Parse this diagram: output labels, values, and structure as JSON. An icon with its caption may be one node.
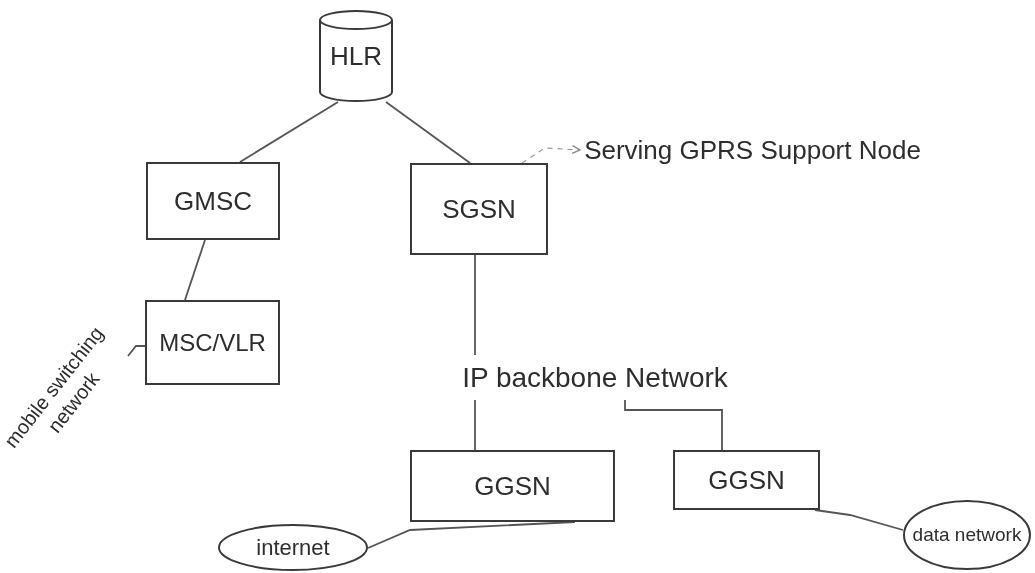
{
  "diagram": {
    "nodes": [
      {
        "text": [
          "HLR"
        ]
      },
      {
        "text": [
          "GMSC"
        ]
      },
      {
        "text": [
          "SGSN"
        ]
      },
      {
        "text": [
          "Serving GPRS Support Node"
        ]
      },
      {
        "text": [
          "MSC/VLR"
        ]
      },
      {
        "text": [
          "mobile switching network"
        ]
      },
      {
        "text": [
          "IP backbone Network"
        ]
      },
      {
        "text": [
          "GGSN"
        ]
      },
      {
        "text": [
          "GGSN"
        ]
      },
      {
        "text": [
          "internet"
        ]
      },
      {
        "text": [
          "data network"
        ]
      }
    ],
    "edges": [
      {
        "from": 0,
        "to": 1,
        "arrow": "none"
      },
      {
        "from": 0,
        "to": 2,
        "arrow": "none"
      },
      {
        "from": 2,
        "to": 3,
        "arrow": "to",
        "style": "dashed"
      },
      {
        "from": 1,
        "to": 4,
        "arrow": "none"
      },
      {
        "from": 5,
        "to": 4,
        "arrow": "none"
      },
      {
        "from": 2,
        "to": 6,
        "arrow": "none"
      },
      {
        "from": 6,
        "to": 7,
        "arrow": "none"
      },
      {
        "from": 6,
        "to": 8,
        "arrow": "none"
      },
      {
        "from": 7,
        "to": 9,
        "arrow": "none"
      },
      {
        "from": 8,
        "to": 10,
        "arrow": "none"
      }
    ]
  }
}
